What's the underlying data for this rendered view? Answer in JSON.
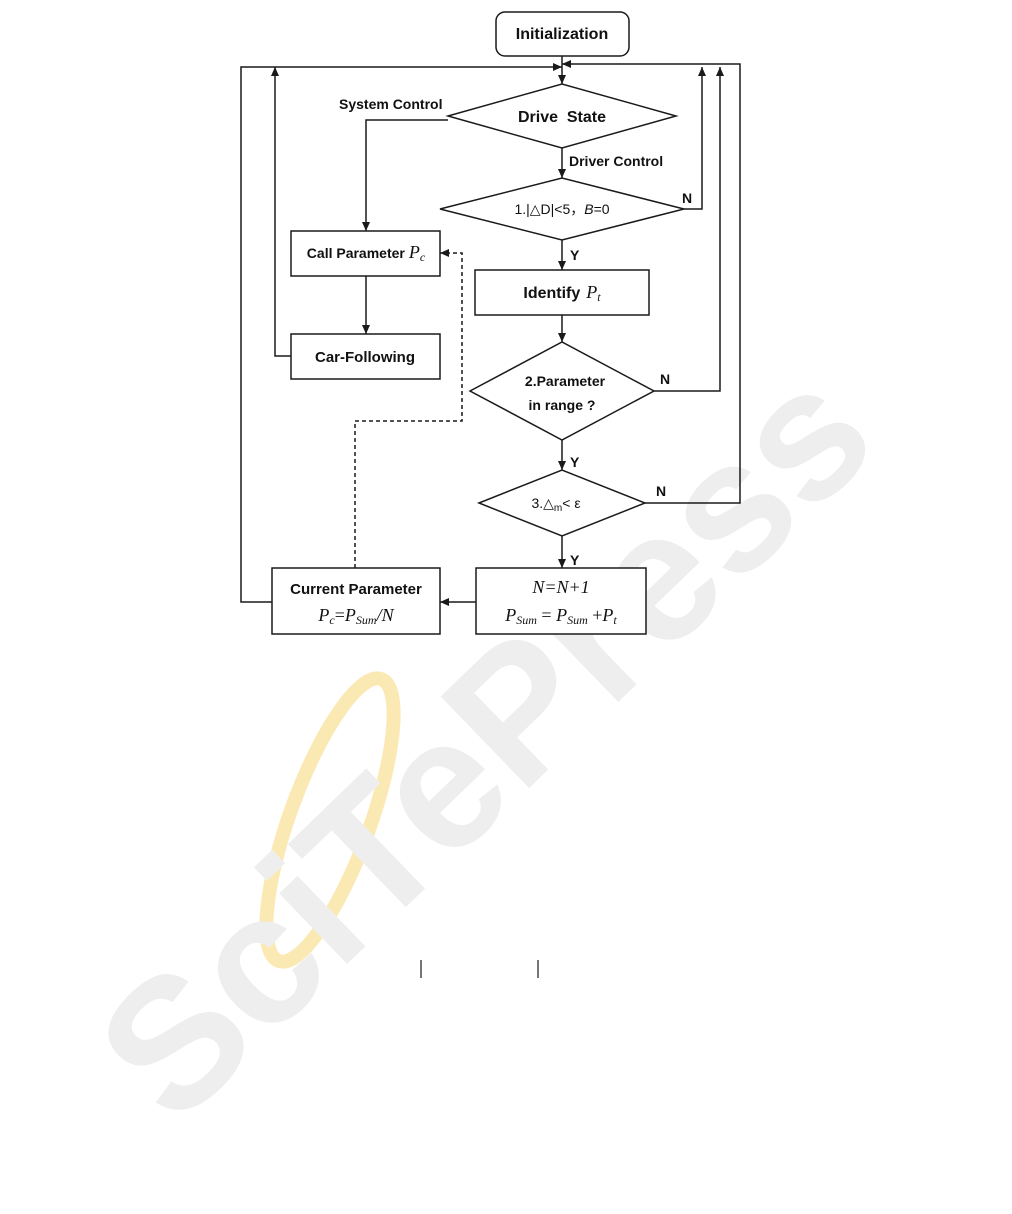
{
  "colors": {
    "stroke": "#1a1a1a",
    "text": "#111111",
    "watermark_gray": "#eeeeee",
    "watermark_gold": "#fbe9b4"
  },
  "watermark": "SciTePress",
  "nodes": {
    "initialization": "Initialization",
    "drive_state": "Drive  State",
    "condition1": {
      "prefix": "1.|",
      "delta": "△",
      "mid": "D|<5，",
      "var": "B",
      "suffix": "=0"
    },
    "call_parameter": {
      "label": "Call Parameter",
      "var": "P",
      "sub": "c"
    },
    "identify": {
      "label": "Identify",
      "var": "P",
      "sub": "t"
    },
    "car_following": "Car-Following",
    "condition2": {
      "line1": "2.Parameter",
      "line2": "in range ?"
    },
    "condition3": {
      "prefix": "3.",
      "delta": "△",
      "sub": "m",
      "suffix": "< ε"
    },
    "current_parameter": {
      "label": "Current Parameter",
      "formula": {
        "lhs": "P",
        "lhs_sub": "c",
        "eq": "=",
        "rhs": "P",
        "rhs_sub": "Sum",
        "tail": "/N"
      }
    },
    "update": {
      "line1": "N=N+1",
      "line2": {
        "a": "P",
        "a_sub": "Sum",
        "eq": " = ",
        "b": "P",
        "b_sub": "Sum",
        "plus": " +",
        "c": "P",
        "c_sub": "t"
      }
    }
  },
  "edge_labels": {
    "system_control": "System Control",
    "driver_control": "Driver Control",
    "n1": "N",
    "y1": "Y",
    "n2": "N",
    "y2": "Y",
    "n3": "N",
    "y3": "Y"
  }
}
